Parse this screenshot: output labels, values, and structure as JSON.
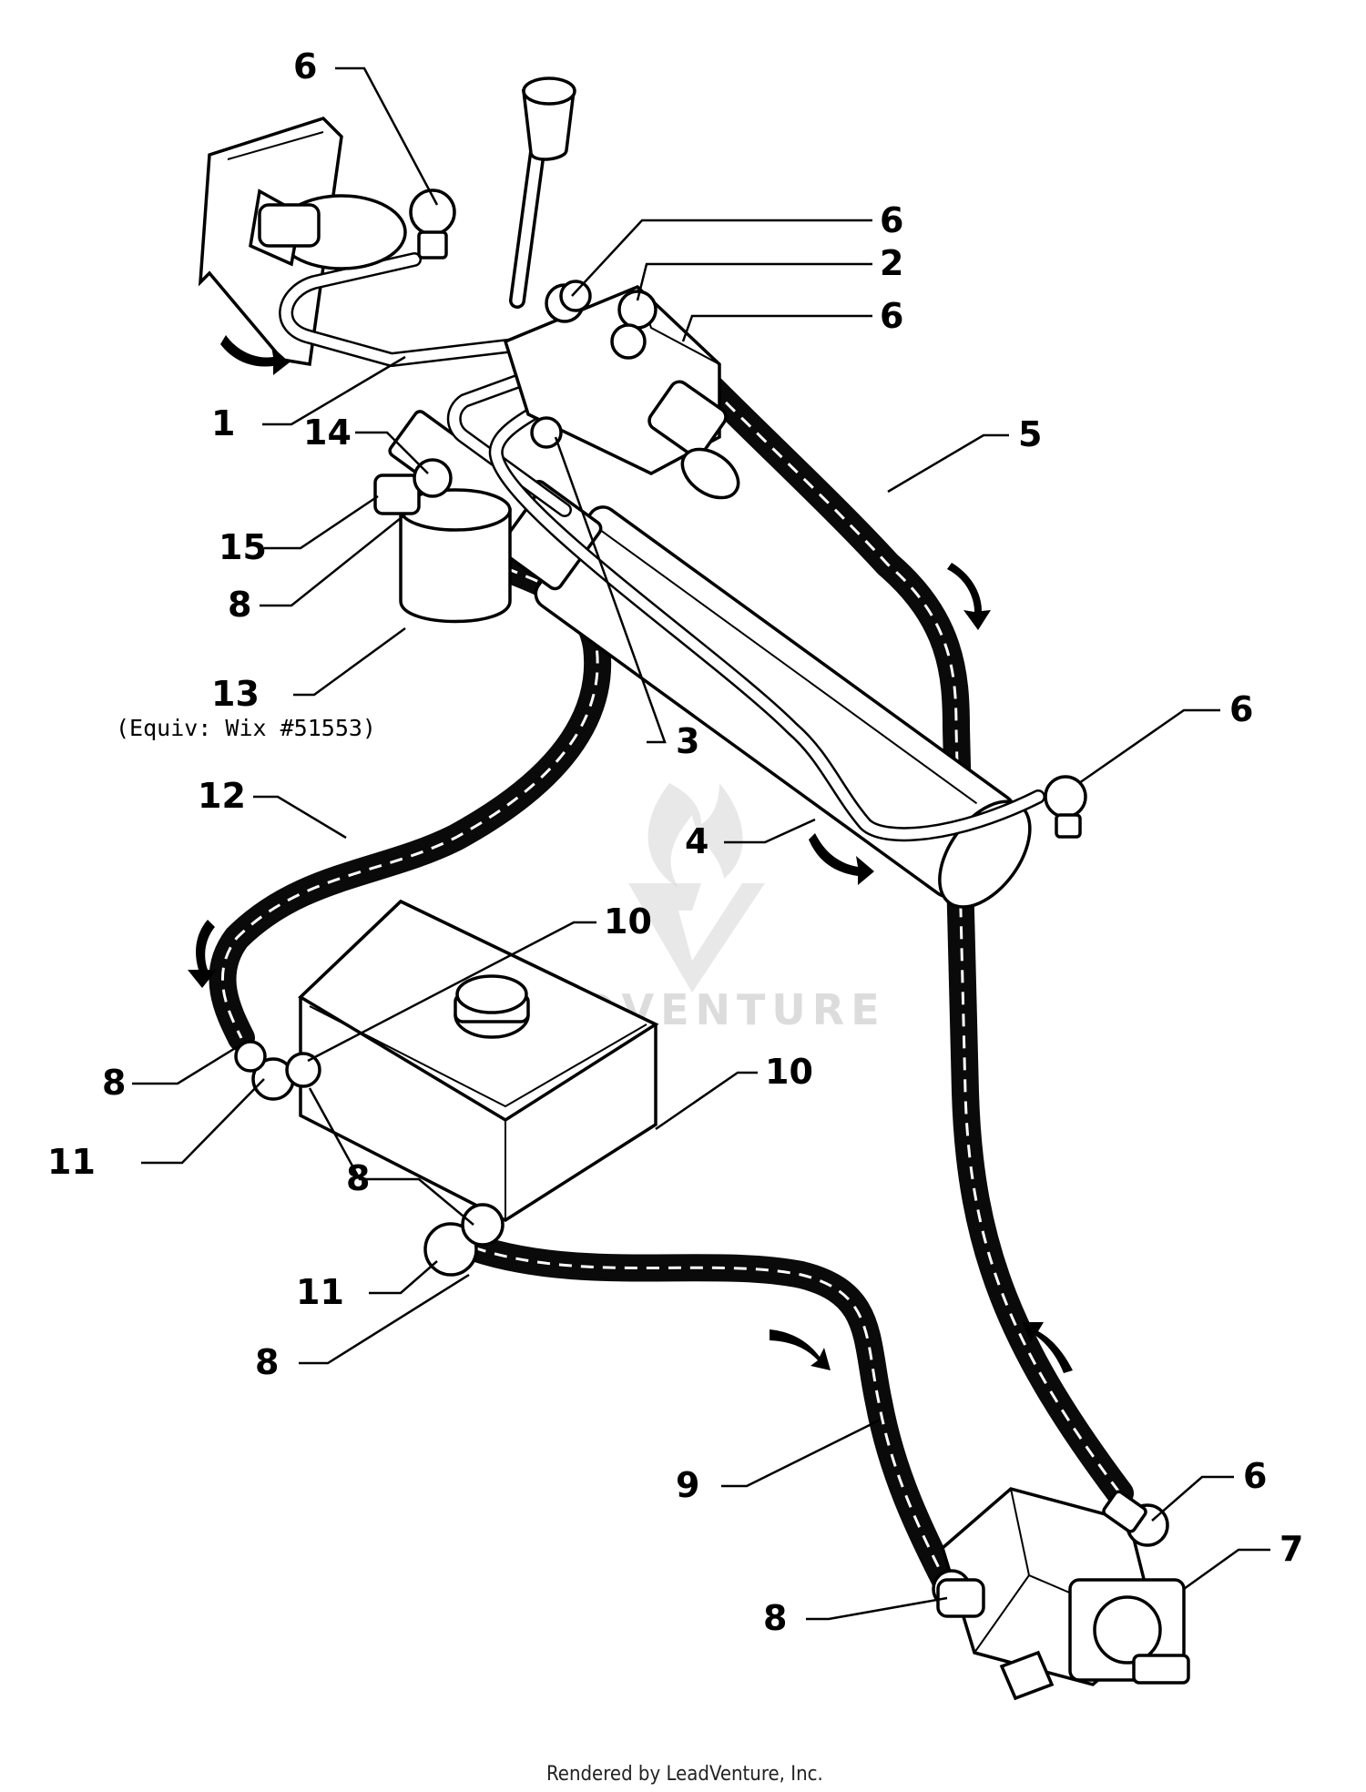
{
  "diagram": {
    "callouts": {
      "c1": "1",
      "c2": "2",
      "c3": "3",
      "c4": "4",
      "c5": "5",
      "c6a": "6",
      "c6b": "6",
      "c6c": "6",
      "c6d": "6",
      "c6e": "6",
      "c7": "7",
      "c8a": "8",
      "c8b": "8",
      "c8c": "8",
      "c8d": "8",
      "c8e": "8",
      "c9": "9",
      "c10a": "10",
      "c10b": "10",
      "c11a": "11",
      "c11b": "11",
      "c12": "12",
      "c13": "13",
      "c14": "14",
      "c15": "15"
    },
    "filter_note": "(Equiv: Wix #51553)",
    "watermark": "LEADVENTURE",
    "footer": "Rendered by LeadVenture, Inc."
  }
}
